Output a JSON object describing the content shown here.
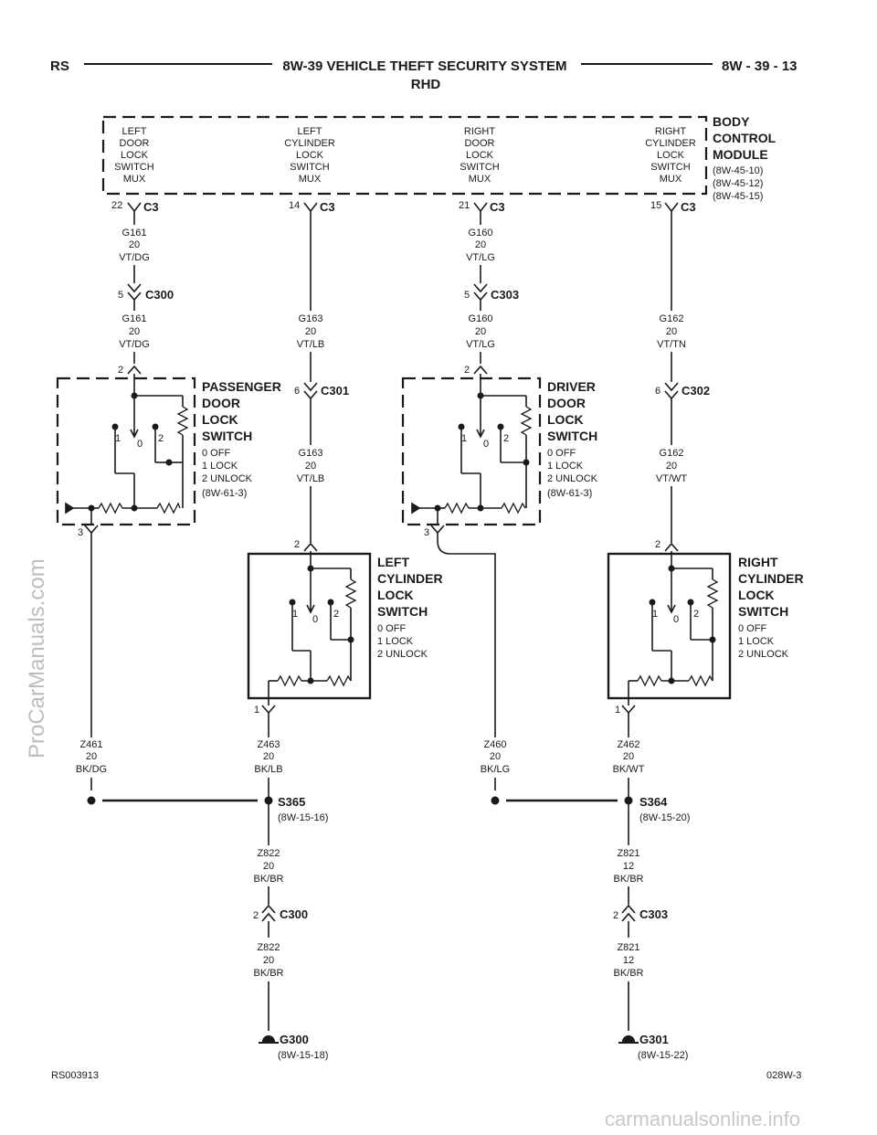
{
  "header": {
    "left": "RS",
    "title": "8W-39 VEHICLE THEFT SECURITY SYSTEM",
    "subtitle": "RHD",
    "right": "8W - 39 - 13"
  },
  "bcm": {
    "name_lines": [
      "BODY",
      "CONTROL",
      "MODULE"
    ],
    "refs": [
      "(8W-45-10)",
      "(8W-45-12)",
      "(8W-45-15)"
    ],
    "inputs": [
      {
        "lines": [
          "LEFT",
          "DOOR",
          "LOCK",
          "SWITCH",
          "MUX"
        ],
        "pin": "22",
        "connector": "C3"
      },
      {
        "lines": [
          "LEFT",
          "CYLINDER",
          "LOCK",
          "SWITCH",
          "MUX"
        ],
        "pin": "14",
        "connector": "C3"
      },
      {
        "lines": [
          "RIGHT",
          "DOOR",
          "LOCK",
          "SWITCH",
          "MUX"
        ],
        "pin": "21",
        "connector": "C3"
      },
      {
        "lines": [
          "RIGHT",
          "CYLINDER",
          "LOCK",
          "SWITCH",
          "MUX"
        ],
        "pin": "15",
        "connector": "C3"
      }
    ]
  },
  "wires": {
    "g161a": [
      "G161",
      "20",
      "VT/DG"
    ],
    "g161b": [
      "G161",
      "20",
      "VT/DG"
    ],
    "g163a": [
      "G163",
      "20",
      "VT/LB"
    ],
    "g163b": [
      "G163",
      "20",
      "VT/LB"
    ],
    "g160a": [
      "G160",
      "20",
      "VT/LG"
    ],
    "g160b": [
      "G160",
      "20",
      "VT/LG"
    ],
    "g162a": [
      "G162",
      "20",
      "VT/TN"
    ],
    "g162b": [
      "G162",
      "20",
      "VT/WT"
    ],
    "z461": [
      "Z461",
      "20",
      "BK/DG"
    ],
    "z463": [
      "Z463",
      "20",
      "BK/LB"
    ],
    "z460": [
      "Z460",
      "20",
      "BK/LG"
    ],
    "z462": [
      "Z462",
      "20",
      "BK/WT"
    ],
    "z822a": [
      "Z822",
      "20",
      "BK/BR"
    ],
    "z822b": [
      "Z822",
      "20",
      "BK/BR"
    ],
    "z821a": [
      "Z821",
      "12",
      "BK/BR"
    ],
    "z821b": [
      "Z821",
      "12",
      "BK/BR"
    ]
  },
  "connectors": {
    "c300a": {
      "pin": "5",
      "name": "C300"
    },
    "c303a": {
      "pin": "5",
      "name": "C303"
    },
    "c301": {
      "pin": "6",
      "name": "C301"
    },
    "c302": {
      "pin": "6",
      "name": "C302"
    },
    "c300b": {
      "pin": "2",
      "name": "C300"
    },
    "c303b": {
      "pin": "2",
      "name": "C303"
    }
  },
  "switches": {
    "passenger": {
      "title_lines": [
        "PASSENGER",
        "DOOR",
        "LOCK",
        "SWITCH"
      ],
      "states": [
        "0 OFF",
        "1 LOCK",
        "2 UNLOCK"
      ],
      "ref": "(8W-61-3)",
      "pin_top": "2",
      "pin_bottom": "3"
    },
    "driver": {
      "title_lines": [
        "DRIVER",
        "DOOR",
        "LOCK",
        "SWITCH"
      ],
      "states": [
        "0 OFF",
        "1 LOCK",
        "2 UNLOCK"
      ],
      "ref": "(8W-61-3)",
      "pin_top": "2",
      "pin_bottom": "3"
    },
    "left_cyl": {
      "title_lines": [
        "LEFT",
        "CYLINDER",
        "LOCK",
        "SWITCH"
      ],
      "states": [
        "0 OFF",
        "1 LOCK",
        "2 UNLOCK"
      ],
      "pin_top": "2",
      "pin_bottom": "1"
    },
    "right_cyl": {
      "title_lines": [
        "RIGHT",
        "CYLINDER",
        "LOCK",
        "SWITCH"
      ],
      "states": [
        "0 OFF",
        "1 LOCK",
        "2 UNLOCK"
      ],
      "pin_top": "2",
      "pin_bottom": "1"
    },
    "contacts": [
      "1",
      "0",
      "2"
    ]
  },
  "splices": {
    "s365": {
      "name": "S365",
      "ref": "(8W-15-16)"
    },
    "s364": {
      "name": "S364",
      "ref": "(8W-15-20)"
    }
  },
  "grounds": {
    "g300": {
      "name": "G300",
      "ref": "(8W-15-18)"
    },
    "g301": {
      "name": "G301",
      "ref": "(8W-15-22)"
    }
  },
  "footer": {
    "left": "RS003913",
    "right": "028W-3"
  },
  "watermarks": {
    "side": "ProCarManuals.com",
    "bottom": "carmanualsonline.info"
  }
}
